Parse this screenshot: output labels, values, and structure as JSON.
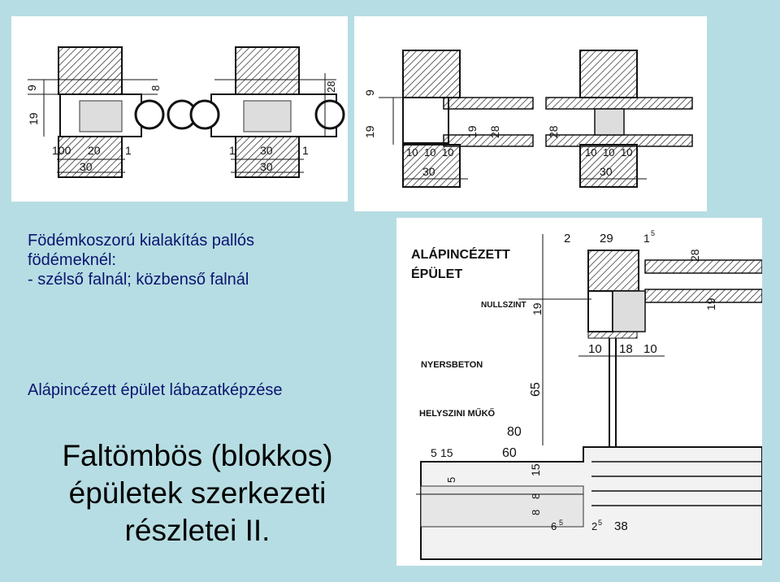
{
  "subtitle1_lines": [
    "Födémkoszorú kialakítás pallós",
    "födémeknél:",
    "- szélső falnál; közbenső falnál"
  ],
  "subtitle2": "Alápincézett épület lábazatképzése",
  "title_lines": [
    "Faltömbös (blokkos)",
    "épületek szerkezeti",
    "részletei II."
  ],
  "drawing1": {
    "dims": [
      "9",
      "19",
      "8",
      "100",
      "20",
      "1",
      "30",
      "28",
      "1",
      "30",
      "1",
      "30"
    ]
  },
  "drawing2": {
    "dims": [
      "9",
      "19",
      "19",
      "28",
      "10",
      "10",
      "10",
      "30",
      "28",
      "10",
      "10",
      "10",
      "30"
    ]
  },
  "drawing3": {
    "labels": [
      "ALÁPINCÉZETT",
      "ÉPÜLET",
      "NULLSZINT",
      "NYERSBETON",
      "HELYSZINI MŰKŐ"
    ],
    "dims": [
      "2",
      "29",
      "1",
      "5",
      "28",
      "19",
      "19",
      "10",
      "18",
      "10",
      "65",
      "80",
      "5",
      "15",
      "60",
      "15",
      "5",
      "8",
      "8",
      "6",
      "5",
      "2",
      "5",
      "38"
    ]
  },
  "colors": {
    "background": "#b6dde3",
    "panel": "#ffffff",
    "subtitle": "#0b1470",
    "title": "#000000"
  }
}
